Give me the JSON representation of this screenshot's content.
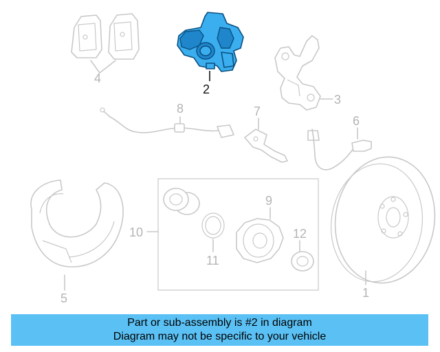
{
  "callouts": {
    "n1": "1",
    "n2": "2",
    "n3": "3",
    "n4": "4",
    "n5": "5",
    "n6": "6",
    "n7": "7",
    "n8": "8",
    "n9": "9",
    "n10": "10",
    "n11": "11",
    "n12": "12"
  },
  "highlight": {
    "part": "2",
    "color": "#3aaeee"
  },
  "banner": {
    "line1": "Part or sub-assembly is #2 in diagram",
    "line2": "Diagram may not be specific to your vehicle",
    "background": "#5bc1f5"
  }
}
